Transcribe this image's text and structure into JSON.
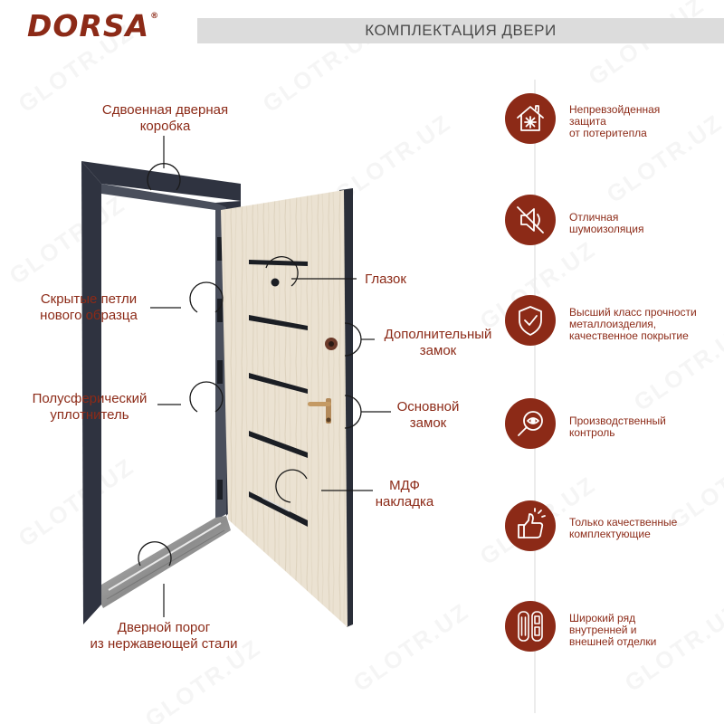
{
  "brand": {
    "name": "DORSA",
    "mark": "®"
  },
  "header": {
    "title": "КОМПЛЕКТАЦИЯ ДВЕРИ"
  },
  "watermark": "GLOTR.UZ",
  "callouts": [
    {
      "id": "frame",
      "lines": [
        "Сдвоенная дверная",
        "коробка"
      ]
    },
    {
      "id": "hinges",
      "lines": [
        "Скрытые петли",
        "нового образца"
      ]
    },
    {
      "id": "seal",
      "lines": [
        "Полусферический",
        "уплотнитель"
      ]
    },
    {
      "id": "threshold",
      "lines": [
        "Дверной порог",
        "из нержавеющей стали"
      ]
    },
    {
      "id": "peephole",
      "lines": [
        "Глазок"
      ]
    },
    {
      "id": "extra-lock",
      "lines": [
        "Дополнительный",
        "замок"
      ]
    },
    {
      "id": "main-lock",
      "lines": [
        "Основной",
        "замок"
      ]
    },
    {
      "id": "mdf",
      "lines": [
        "МДФ",
        "накладка"
      ]
    }
  ],
  "features": [
    {
      "icon": "house-snowflake-icon",
      "lines": [
        "Непревзойденная",
        "защита",
        "от потеритепла"
      ]
    },
    {
      "icon": "muted-speaker-icon",
      "lines": [
        "Отличная",
        "шумоизоляция"
      ]
    },
    {
      "icon": "shield-check-icon",
      "lines": [
        "Высший класс прочности",
        "металлоизделия,",
        "качественное покрытие"
      ]
    },
    {
      "icon": "magnifier-eye-icon",
      "lines": [
        "Производственный",
        "контроль"
      ]
    },
    {
      "icon": "thumbs-up-icon",
      "lines": [
        "Только качественные",
        "комплектующие"
      ]
    },
    {
      "icon": "door-panels-icon",
      "lines": [
        "Широкий ряд",
        "внутренней и",
        "внешней отделки"
      ]
    }
  ],
  "colors": {
    "accent": "#8c2a17",
    "frame": "#2f3340",
    "panel": "#ebe2d2",
    "header_bg": "#dcdcdc",
    "header_text": "#4a4a4a"
  }
}
